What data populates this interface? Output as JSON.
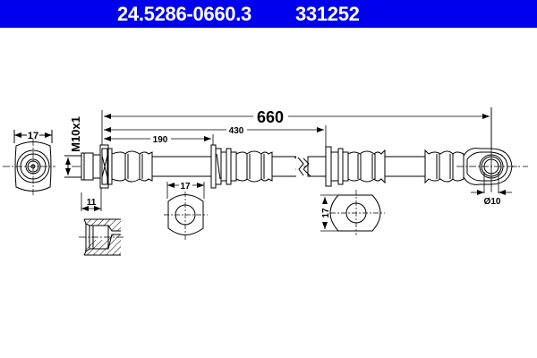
{
  "header": {
    "part_number": "24.5286-0660.3",
    "reference_number": "331252",
    "background_color": "#0000ee",
    "text_color": "#ffffff"
  },
  "dimensions": {
    "overall_length": "660",
    "length_430": "430",
    "length_190": "190",
    "fitting_width_end_view": "17",
    "thread": "M10x1",
    "thread_depth": "11",
    "bracket_width_1": "17",
    "bracket_height_2": "17",
    "eye_diameter": "Ø10"
  },
  "views": [
    "end-view-fitting",
    "hose-side-view",
    "thread-section-view",
    "bracket-1-view",
    "bracket-2-view"
  ]
}
